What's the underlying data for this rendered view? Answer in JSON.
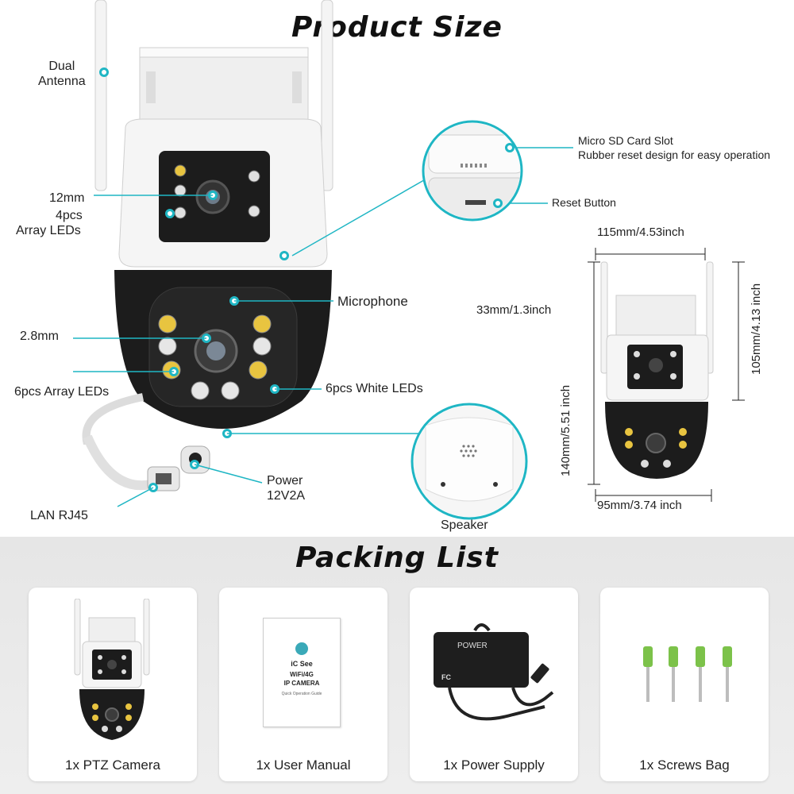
{
  "product_size": {
    "title": "Product Size",
    "callouts": {
      "dual_antenna": [
        "Dual",
        "Antenna"
      ],
      "lens_12mm": "12mm",
      "array_4pcs": [
        "4pcs",
        "Array LEDs"
      ],
      "microphone": "Microphone",
      "lens_28mm": "2.8mm",
      "array_6pcs": "6pcs Array LEDs",
      "white_6pcs": "6pcs White LEDs",
      "power": [
        "Power",
        "12V2A"
      ],
      "lan": "LAN RJ45",
      "sd_slot": [
        "Micro SD Card Slot",
        "Rubber reset design for easy operation"
      ],
      "reset": "Reset Button",
      "speaker": "Speaker"
    },
    "dimensions": {
      "top_width": "115mm/4.53inch",
      "bottom_width": "95mm/3.74 inch",
      "full_height": "140mm/5.51 inch",
      "body_height": "105mm/4.13 inch",
      "bracket_height": "33mm/1.3inch"
    }
  },
  "packing_list": {
    "title": "Packing List",
    "items": [
      {
        "label": "1x PTZ Camera"
      },
      {
        "label": "1x User Manual"
      },
      {
        "label": "1x Power Supply"
      },
      {
        "label": "1x Screws Bag"
      }
    ],
    "manual": {
      "brand": "iC See",
      "line1": "WiFi/4G",
      "line2": "IP CAMERA",
      "line3": "Quick Operation Guide"
    },
    "power_supply": {
      "text": "POWER",
      "fcc": "FC"
    }
  },
  "colors": {
    "accent": "#1fb6c4",
    "camera_white": "#f2f2f2",
    "camera_black": "#1c1c1c",
    "led_yellow": "#e8c440",
    "screw_green": "#7cc24a"
  }
}
